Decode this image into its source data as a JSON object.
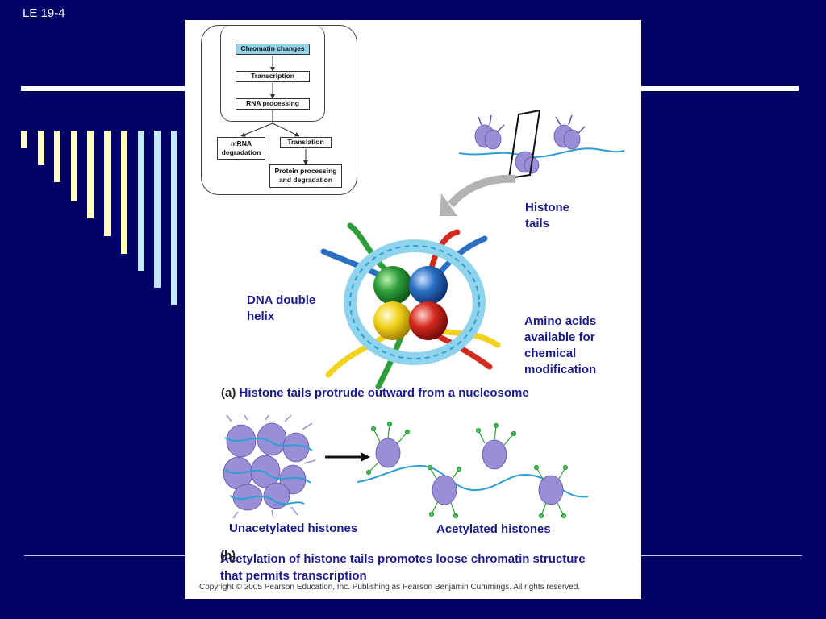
{
  "slide": {
    "label": "LE 19-4"
  },
  "flowchart": {
    "chromatin": "Chromatin changes",
    "transcription": "Transcription",
    "rna_processing": "RNA processing",
    "mrna_degradation": "mRNA degradation",
    "translation": "Translation",
    "protein_processing": "Protein processing and degradation"
  },
  "labels": {
    "histone_tails": "Histone tails",
    "dna_double_helix": "DNA double helix",
    "amino_acids": "Amino acids available for chemical modification",
    "unacetylated": "Unacetylated histones",
    "acetylated": "Acetylated histones"
  },
  "captions": {
    "a_letter": "(a)",
    "a_text": "Histone tails protrude outward from a nucleosome",
    "b_letter": "(b)",
    "b_text": "Acetylation of histone tails promotes loose chromatin structure that permits transcription"
  },
  "copyright": "Copyright © 2005 Pearson Education, Inc. Publishing as Pearson Benjamin Cummings. All rights reserved.",
  "colors": {
    "background": "#000066",
    "label_text": "#1a1a8c",
    "histone_green": "#2e9e3a",
    "histone_blue": "#2a6fc4",
    "histone_yellow": "#f2d21a",
    "histone_red": "#d42a1e",
    "dna": "#2b9fd6",
    "nucleosome": "#9a8fd6"
  }
}
